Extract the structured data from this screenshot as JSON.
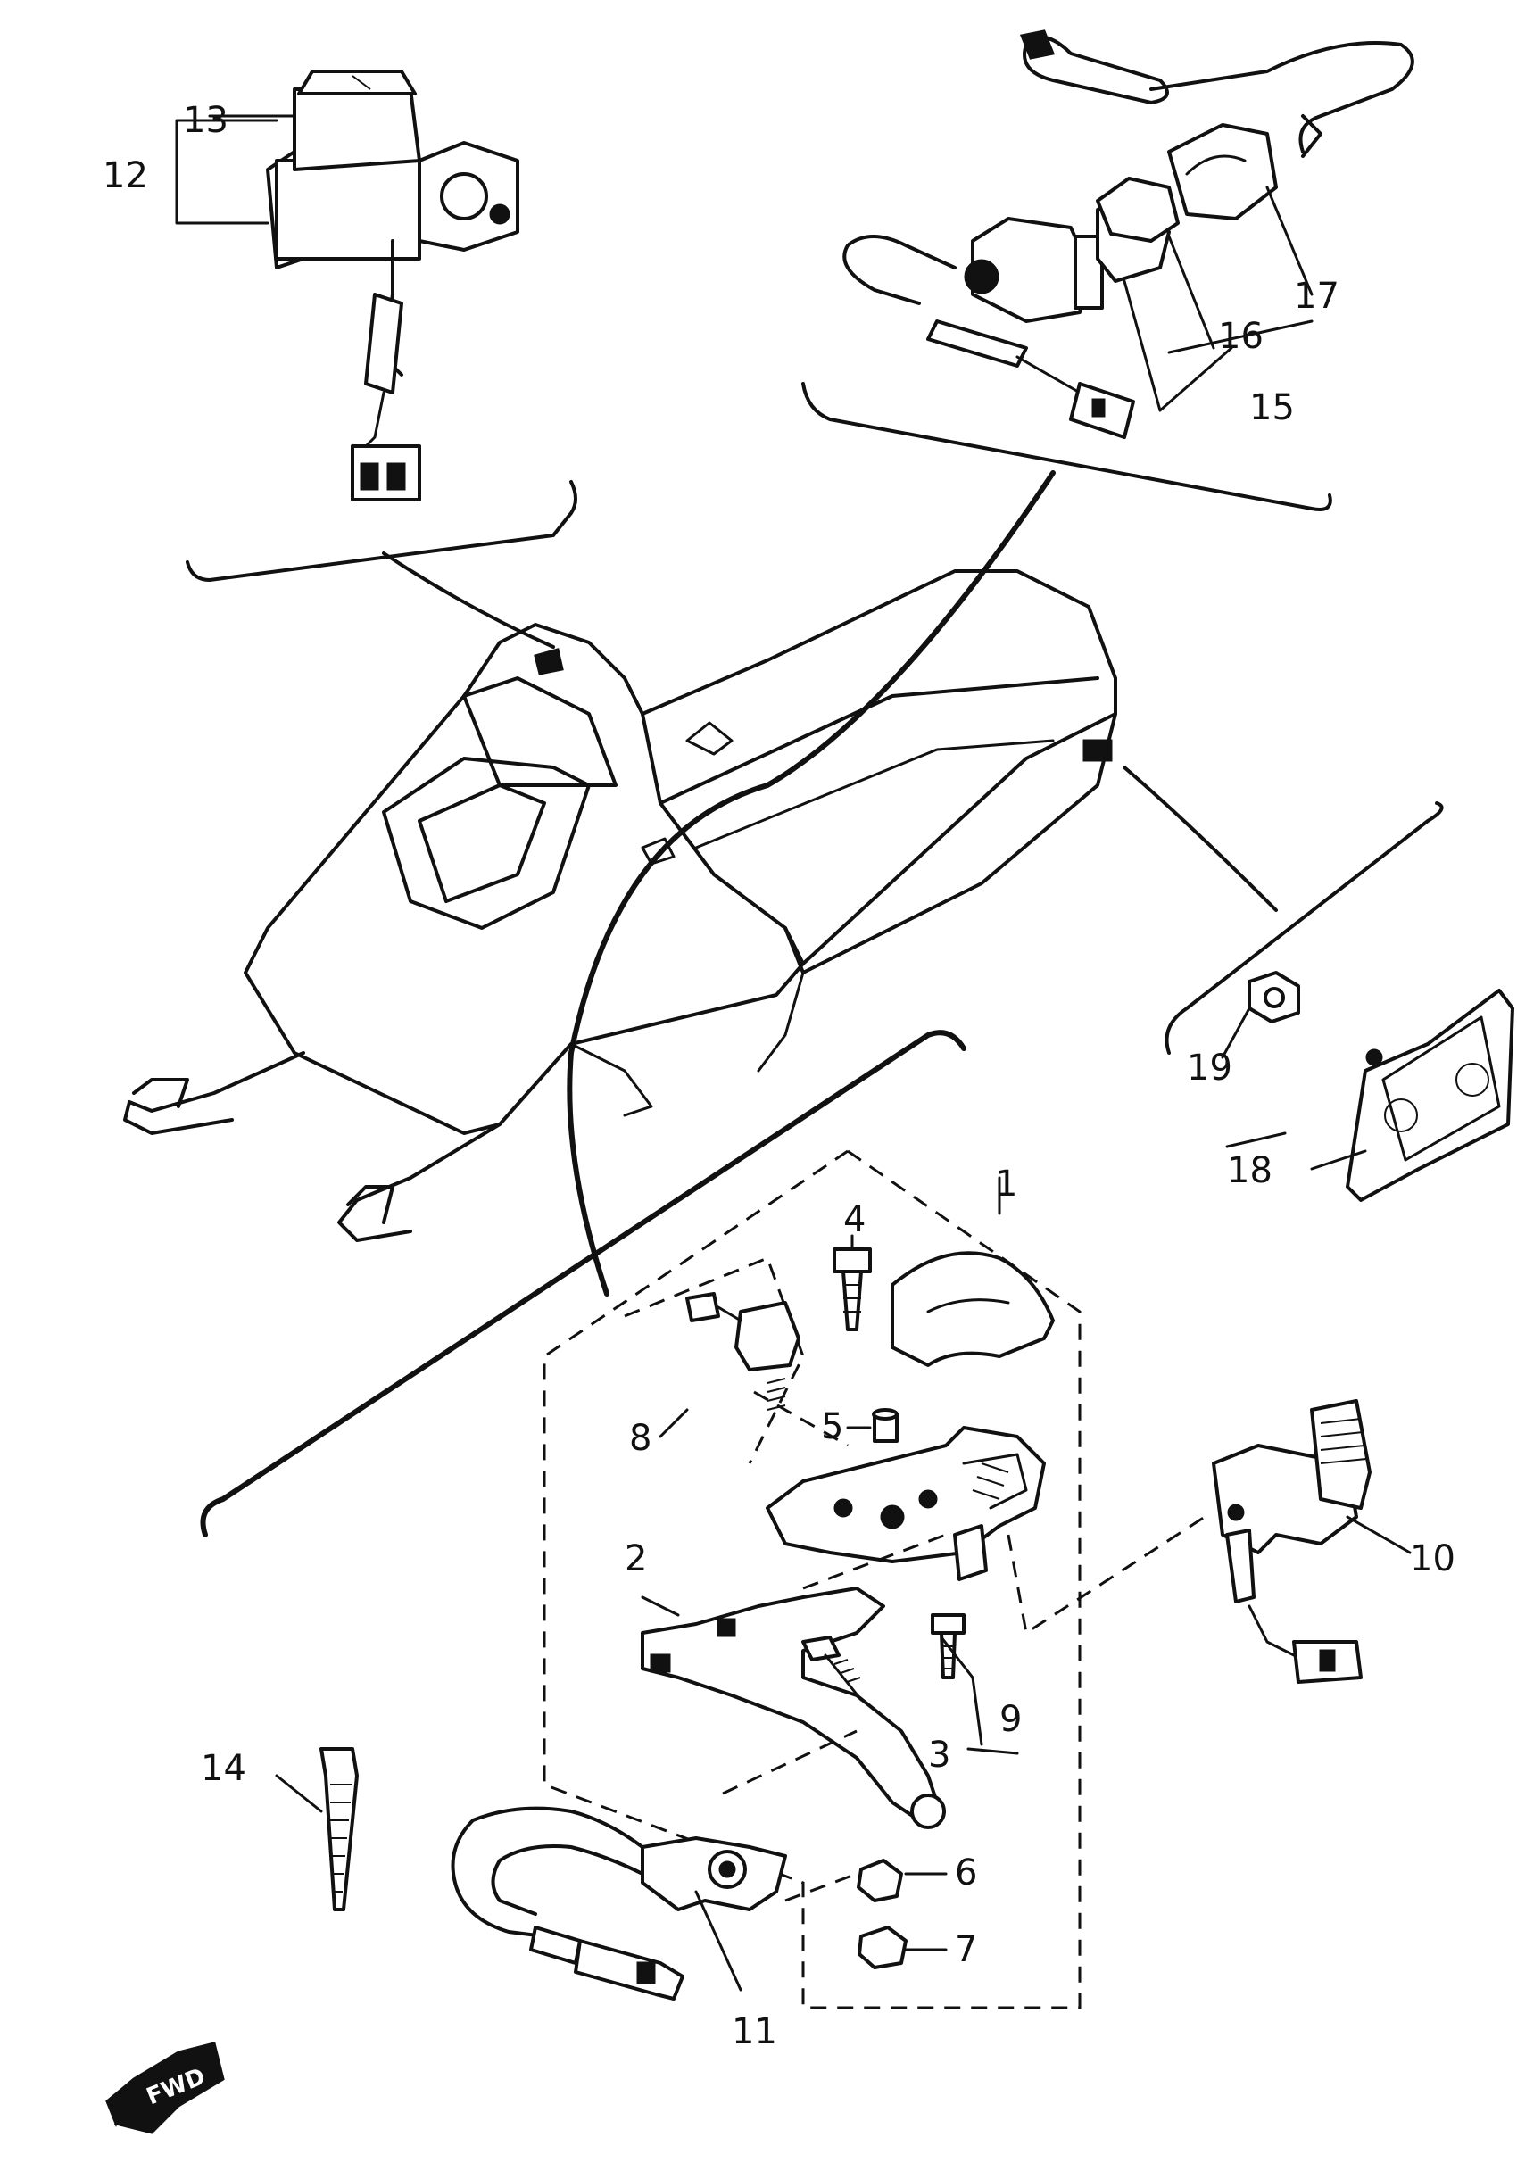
{
  "diagram": {
    "callouts": [
      {
        "id": "1",
        "text": "1"
      },
      {
        "id": "2",
        "text": "2"
      },
      {
        "id": "3",
        "text": "3"
      },
      {
        "id": "4",
        "text": "4"
      },
      {
        "id": "5",
        "text": "5"
      },
      {
        "id": "6",
        "text": "6"
      },
      {
        "id": "7",
        "text": "7"
      },
      {
        "id": "8",
        "text": "8"
      },
      {
        "id": "9",
        "text": "9"
      },
      {
        "id": "10",
        "text": "10"
      },
      {
        "id": "11",
        "text": "11"
      },
      {
        "id": "12",
        "text": "12"
      },
      {
        "id": "13",
        "text": "13"
      },
      {
        "id": "14",
        "text": "14"
      },
      {
        "id": "15",
        "text": "15"
      },
      {
        "id": "16",
        "text": "16"
      },
      {
        "id": "17",
        "text": "17"
      },
      {
        "id": "18",
        "text": "18"
      },
      {
        "id": "19",
        "text": "19"
      }
    ],
    "fwd_arrow_label": "FWD"
  }
}
